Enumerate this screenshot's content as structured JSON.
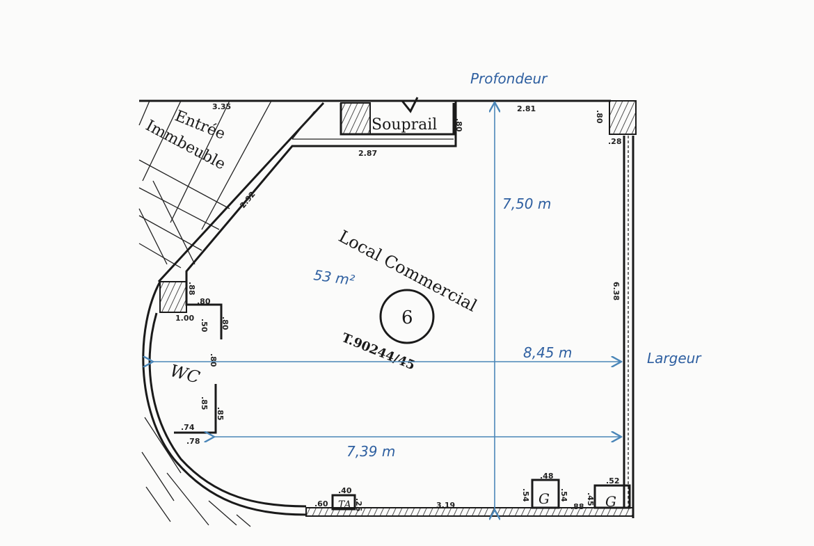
{
  "plan": {
    "room_name": "Local Commercial",
    "lot_number": "6",
    "reference": "T.90244/45",
    "entrance_label_1": "Entrée",
    "entrance_label_2": "Immbeuble",
    "souprail_label": "Souprail",
    "wc_label": "WC",
    "fixture_labels": [
      "G",
      "G",
      "TA"
    ],
    "dimensions": {
      "top_left": "3.35",
      "souprail_depth": ".80",
      "inner_top": "2.87",
      "top_right": "2.81",
      "pillar_right": ".80",
      "pillar_bottom": ".28",
      "diagonal": "2.92",
      "right_wall": "6.38",
      "wc_a": ".88",
      "wc_b": ".80",
      "wc_c": "1.00",
      "wc_d": ".50",
      "wc_e": ".80",
      "wc_door": ".80",
      "wc_f": ".85",
      "wc_g": ".85",
      "wc_h": ".74",
      "wc_i": ".78",
      "bottom_a": ".60",
      "bottom_b": ".40",
      "bottom_c": ".25",
      "bottom_main": "3.19",
      "g1_top": ".48",
      "g1_left": ".54",
      "g1_right": ".54",
      "bottom_d": ".88",
      "g2_left": ".45",
      "g2_top": ".52"
    }
  },
  "annotations": {
    "depth_label": "Profondeur",
    "depth_value": "7,50 m",
    "width_label": "Largeur",
    "width_value": "8,45 m",
    "width_lower_value": "7,39 m",
    "area": "53 m²",
    "ink_color": "#2e5fa0"
  }
}
